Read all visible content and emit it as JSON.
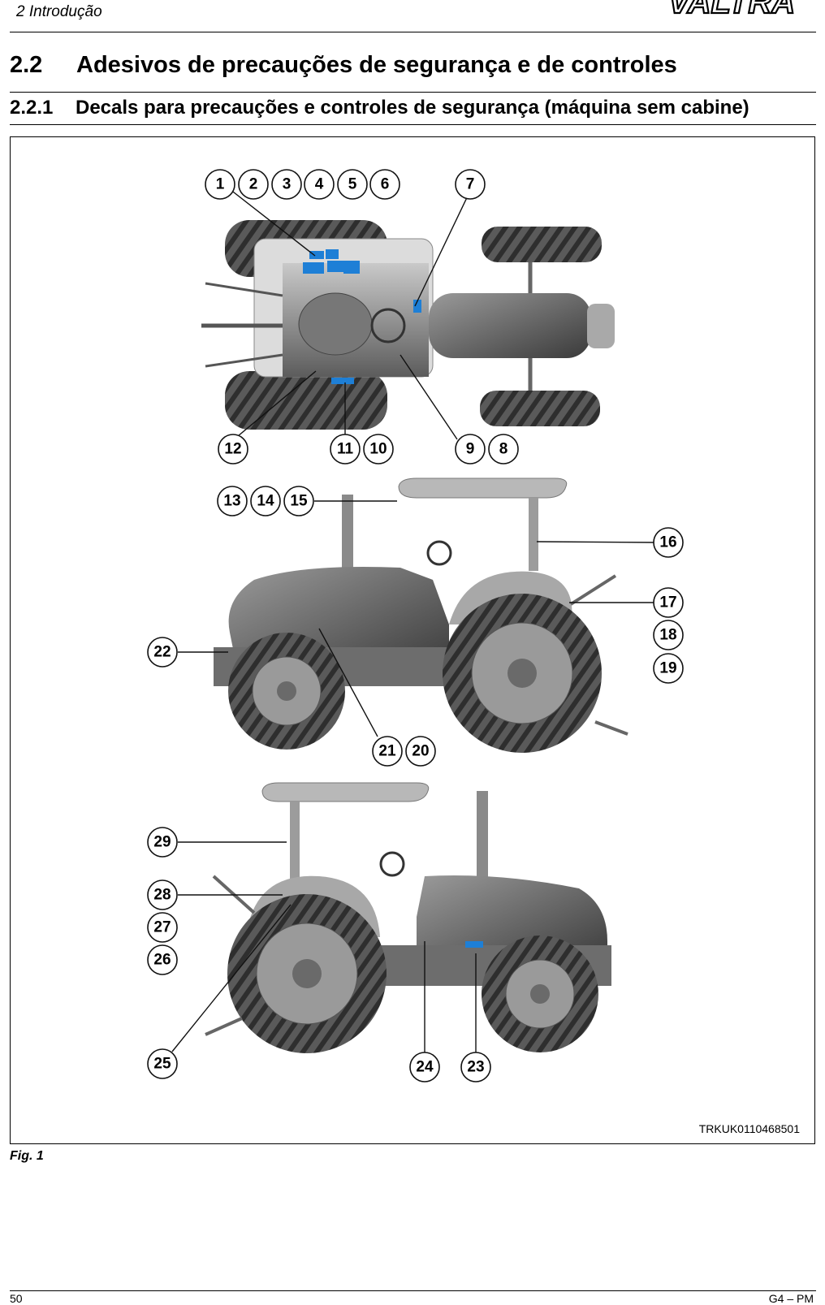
{
  "header": {
    "chapter": "2 Introdução",
    "brand": "VALTRA"
  },
  "section": {
    "number": "2.2",
    "title": "Adesivos de precauções de segurança e de controles"
  },
  "subsection": {
    "number": "2.2.1",
    "title": "Decals para precauções e controles de segurança (máquina sem cabine)"
  },
  "figure": {
    "reference_code": "TRKUK0110468501",
    "caption": "Fig. 1",
    "callouts": [
      "1",
      "2",
      "3",
      "4",
      "5",
      "6",
      "7",
      "8",
      "9",
      "10",
      "11",
      "12",
      "13",
      "14",
      "15",
      "16",
      "17",
      "18",
      "19",
      "20",
      "21",
      "22",
      "23",
      "24",
      "25",
      "26",
      "27",
      "28",
      "29"
    ]
  },
  "colors": {
    "decal_blue": "#1e7fd6",
    "tractor_gray": "#8a8a8a",
    "tire_dark": "#3c3c3c"
  },
  "footer": {
    "page_number": "50",
    "document_code": "G4 – PM"
  }
}
